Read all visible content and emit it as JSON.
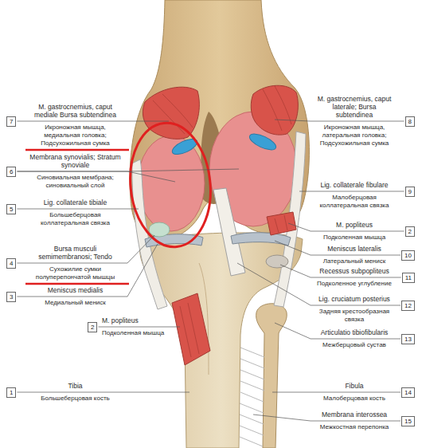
{
  "diagram": {
    "nodes": [
      {
        "text": [
          "7"
        ]
      },
      {
        "text": [
          "8"
        ]
      },
      {
        "text": [
          "6"
        ]
      },
      {
        "text": [
          "9"
        ]
      },
      {
        "text": [
          "5"
        ]
      },
      {
        "text": [
          "2"
        ]
      },
      {
        "text": [
          "10"
        ]
      },
      {
        "text": [
          "11"
        ]
      },
      {
        "text": [
          "4"
        ]
      },
      {
        "text": [
          "12"
        ]
      },
      {
        "text": [
          "3"
        ]
      },
      {
        "text": [
          "13"
        ]
      },
      {
        "text": [
          "2"
        ]
      },
      {
        "text": [
          "1"
        ]
      },
      {
        "text": [
          "14"
        ]
      },
      {
        "text": [
          "15"
        ]
      }
    ],
    "labels": [
      "M. gastrocnemius, caput mediale Bursa subtendinea",
      "Икроножная мышца, медиальная головка; Подсухожильная сумка",
      "M. gastrocnemius, caput laterale; Bursa subtendinea",
      "Икроножная мышца, латеральная головка; Подсухожильная сумка",
      "Membrana synovialis; Stratum synoviale",
      "Синовиальная мембрана; синовиальный слой",
      "Lig. collaterale fibulare",
      "Малоберцовая коллатеральная связка",
      "Lig. collaterale tibiale",
      "Большеберцовая коллатеральная связка",
      "M. popliteus",
      "Подколенная мышца",
      "Meniscus lateralis",
      "Латеральный мениск",
      "Recessus subpopliteus",
      "Подколенное углубление",
      "Bursa musculi semimembranosi; Tendo",
      "Сухожилие сумки полуперепончатой мышцы",
      "Lig. cruciatum posterius",
      "Задняя крестообразная связка",
      "Meniscus medialis",
      "Медиальный мениск",
      "Articulatio tibiofibularis",
      "Межберцовый сустав",
      "M. popliteus",
      "Подколенная мышца",
      "Tibia",
      "Большеберцовая кость",
      "Fibula",
      "Малоберцовая кость",
      "Membrana interossea",
      "Межкостная перепонка"
    ]
  }
}
